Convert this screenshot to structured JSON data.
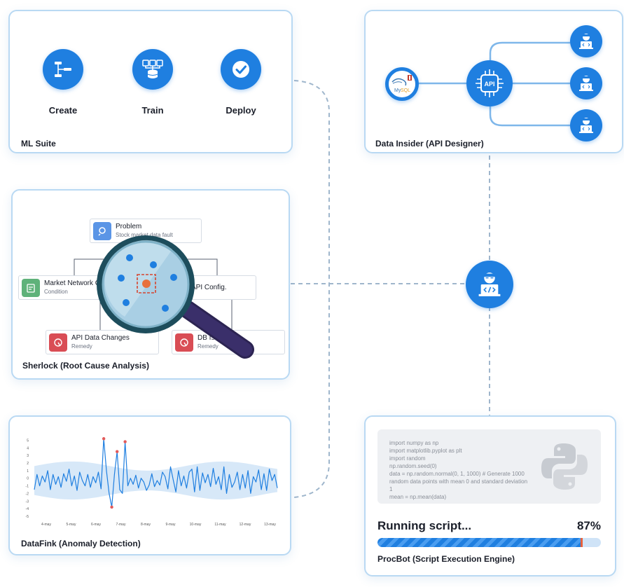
{
  "ml_suite": {
    "title": "ML Suite",
    "steps": [
      {
        "label": "Create",
        "icon": "flow-diagram-icon"
      },
      {
        "label": "Train",
        "icon": "database-network-icon"
      },
      {
        "label": "Deploy",
        "icon": "check-circle-icon"
      }
    ]
  },
  "data_insider": {
    "title": "Data Insider (API Designer)",
    "api_label": "API",
    "source_icon": "mysql-database-icon",
    "consumer_icon": "developer-avatar-icon"
  },
  "sherlock": {
    "title": "Sherlock (Root Cause Analysis)",
    "nodes": {
      "problem": {
        "title": "Problem",
        "sub": "Stock market data fault"
      },
      "condition": {
        "title": "Market Network Co",
        "sub": "Condition"
      },
      "api_config": {
        "title": "API Config.",
        "sub": ""
      },
      "api_changes": {
        "title": "API Data Changes",
        "sub": "Remedy"
      },
      "db_issue": {
        "title": "DB Issue",
        "sub": "Remedy"
      }
    },
    "magnifier_icon": "magnifying-glass-icon"
  },
  "center_hub": {
    "icon": "developer-avatar-icon"
  },
  "datafink": {
    "title": "DataFink (Anomaly Detection)"
  },
  "procbot": {
    "title": "ProcBot (Script Execution Engine)",
    "status": "Running script...",
    "percent_label": "87%",
    "progress": 0.92,
    "code_lines": [
      "import numpy as np",
      "import matplotlib.pyplot as plt",
      "import random",
      "np.random.seed(0)",
      "data = np.random.normal(0, 1, 1000)  # Generate 1000 random data points with mean 0 and standard deviation 1",
      "mean = np.mean(data)"
    ],
    "logo_icon": "python-logo-icon"
  },
  "chart_data": {
    "type": "line",
    "title": "",
    "xlabel": "",
    "ylabel": "",
    "x_ticks": [
      "4-may",
      "5-may",
      "6-may",
      "7-may",
      "8-may",
      "9-may",
      "10-may",
      "11-may",
      "12-may",
      "13-may"
    ],
    "y_ticks": [
      5,
      4,
      3,
      2,
      1,
      0,
      -1,
      -2,
      -3,
      -4,
      -5
    ],
    "ylim": [
      -5,
      5.5
    ],
    "grid": false,
    "legend": "none",
    "series": [
      {
        "values": [
          -1.5,
          0.5,
          -1.0,
          0.3,
          -0.5,
          1.0,
          -1.5,
          0.5,
          -0.8,
          0.2,
          -1.2,
          0.6,
          -0.4,
          1.2,
          -1.0,
          0.3,
          -1.6,
          0.8,
          -0.3,
          -1.0,
          0.5,
          -1.2,
          0.2,
          -0.6,
          0.8,
          -1.4,
          5.2,
          1.0,
          -2.0,
          -3.8,
          0.5,
          3.5,
          -1.5,
          -2.0,
          4.8,
          -1.0,
          0.0,
          -0.8,
          0.4,
          -1.3,
          0.0,
          -0.5,
          -1.6,
          -0.9,
          0.6,
          -1.1,
          -0.3,
          -0.9,
          0.8,
          0.2,
          -1.4,
          1.5,
          -0.2,
          -1.8,
          1.0,
          -1.0,
          0.3,
          -1.3,
          0.8,
          1.2,
          -1.8,
          1.5,
          -1.6,
          0.7,
          -0.6,
          0.5,
          -1.1,
          1.3,
          -0.8,
          0.2,
          -1.5,
          1.5,
          -2.0,
          0.5,
          -1.2,
          -0.5,
          0.8,
          -1.5,
          0.5,
          -1.3,
          1.0,
          -2.0,
          0.2,
          -0.5,
          1.1,
          -1.5,
          0.6,
          -1.6,
          1.2,
          -0.3,
          0.5,
          -1.3
        ]
      }
    ],
    "anomalies": [
      {
        "index": 26,
        "value": 5.2
      },
      {
        "index": 29,
        "value": -3.8
      },
      {
        "index": 31,
        "value": 3.5
      },
      {
        "index": 34,
        "value": 4.8
      }
    ]
  }
}
